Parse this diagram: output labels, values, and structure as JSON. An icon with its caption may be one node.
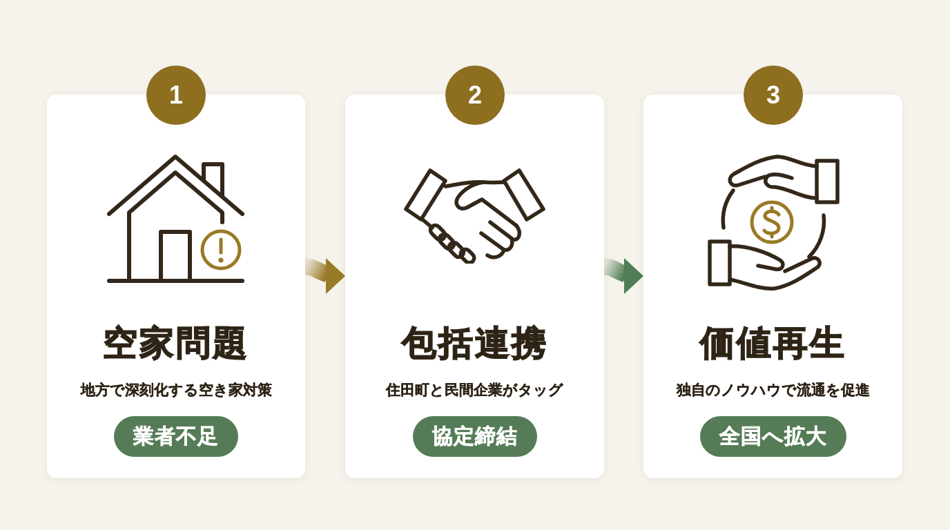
{
  "diagram": {
    "nodes": [
      {
        "text": [
          "1"
        ]
      },
      {
        "text": [
          "空家問題",
          "地方で深刻化する空き家対策"
        ]
      },
      {
        "text": [
          "業者不足"
        ],
        "in": 1
      },
      {
        "text": [
          "2"
        ]
      },
      {
        "text": [
          "包括連携",
          "住田町と民間企業がタッグ"
        ]
      },
      {
        "text": [
          "協定締結"
        ],
        "in": 4
      },
      {
        "text": [
          "3"
        ]
      },
      {
        "text": [
          "価値再生",
          "独自のノウハウで流通を促進"
        ]
      },
      {
        "text": [
          "全国へ拡大"
        ],
        "in": 7
      }
    ],
    "edges": [
      {
        "from": 1,
        "to": 4,
        "arrow": "to",
        "style": "thick",
        "color": "#9a7a26"
      },
      {
        "from": 4,
        "to": 7,
        "arrow": "to",
        "style": "thick",
        "color": "#4f7d55"
      }
    ]
  }
}
